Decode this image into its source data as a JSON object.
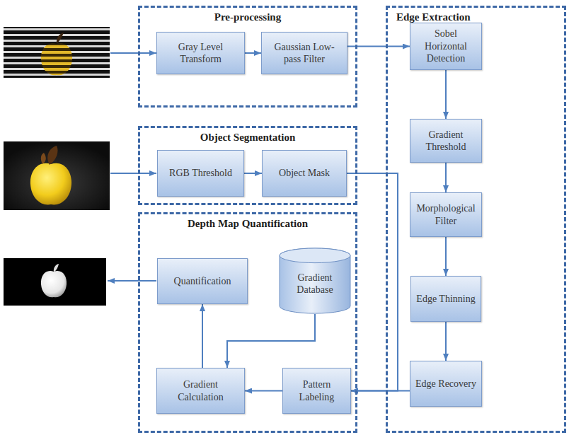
{
  "diagram": {
    "nodes": [
      {
        "text": [
          "Pre-processing"
        ]
      },
      {
        "text": [
          "Gray Level Transform"
        ],
        "in": 0
      },
      {
        "text": [
          "Gaussian Low-pass Filter"
        ],
        "in": 0
      },
      {
        "text": [
          "Edge Extraction"
        ]
      },
      {
        "text": [
          "Sobel Horizontal Detection"
        ],
        "in": 3
      },
      {
        "text": [
          "Gradient Threshold"
        ],
        "in": 3
      },
      {
        "text": [
          "Morphological Filter"
        ],
        "in": 3
      },
      {
        "text": [
          "Edge Thinning"
        ],
        "in": 3
      },
      {
        "text": [
          "Edge Recovery"
        ],
        "in": 3
      },
      {
        "text": [
          "Object Segmentation"
        ]
      },
      {
        "text": [
          "RGB Threshold"
        ],
        "in": 9
      },
      {
        "text": [
          "Object Mask"
        ],
        "in": 9
      },
      {
        "text": [
          "Depth Map Quantification"
        ]
      },
      {
        "text": [
          "Quantification"
        ],
        "in": 12
      },
      {
        "text": [
          "Gradient Database"
        ],
        "in": 12
      },
      {
        "text": [
          "Gradient Calculation"
        ],
        "in": 12
      },
      {
        "text": [
          "Pattern Labeling"
        ],
        "in": 12
      }
    ],
    "edges": [
      {
        "from": 1,
        "to": 2,
        "arrow": "to"
      },
      {
        "from": 2,
        "to": 4,
        "arrow": "to"
      },
      {
        "from": 4,
        "to": 5,
        "arrow": "to"
      },
      {
        "from": 5,
        "to": 6,
        "arrow": "to"
      },
      {
        "from": 6,
        "to": 7,
        "arrow": "to"
      },
      {
        "from": 7,
        "to": 8,
        "arrow": "to"
      },
      {
        "from": 8,
        "to": 16,
        "arrow": "to"
      },
      {
        "from": 10,
        "to": 11,
        "arrow": "to"
      },
      {
        "from": 11,
        "to": 16,
        "arrow": "to"
      },
      {
        "from": 16,
        "to": 15,
        "arrow": "to"
      },
      {
        "from": 14,
        "to": 15,
        "arrow": "to"
      },
      {
        "from": 15,
        "to": 13,
        "arrow": "to"
      }
    ]
  }
}
